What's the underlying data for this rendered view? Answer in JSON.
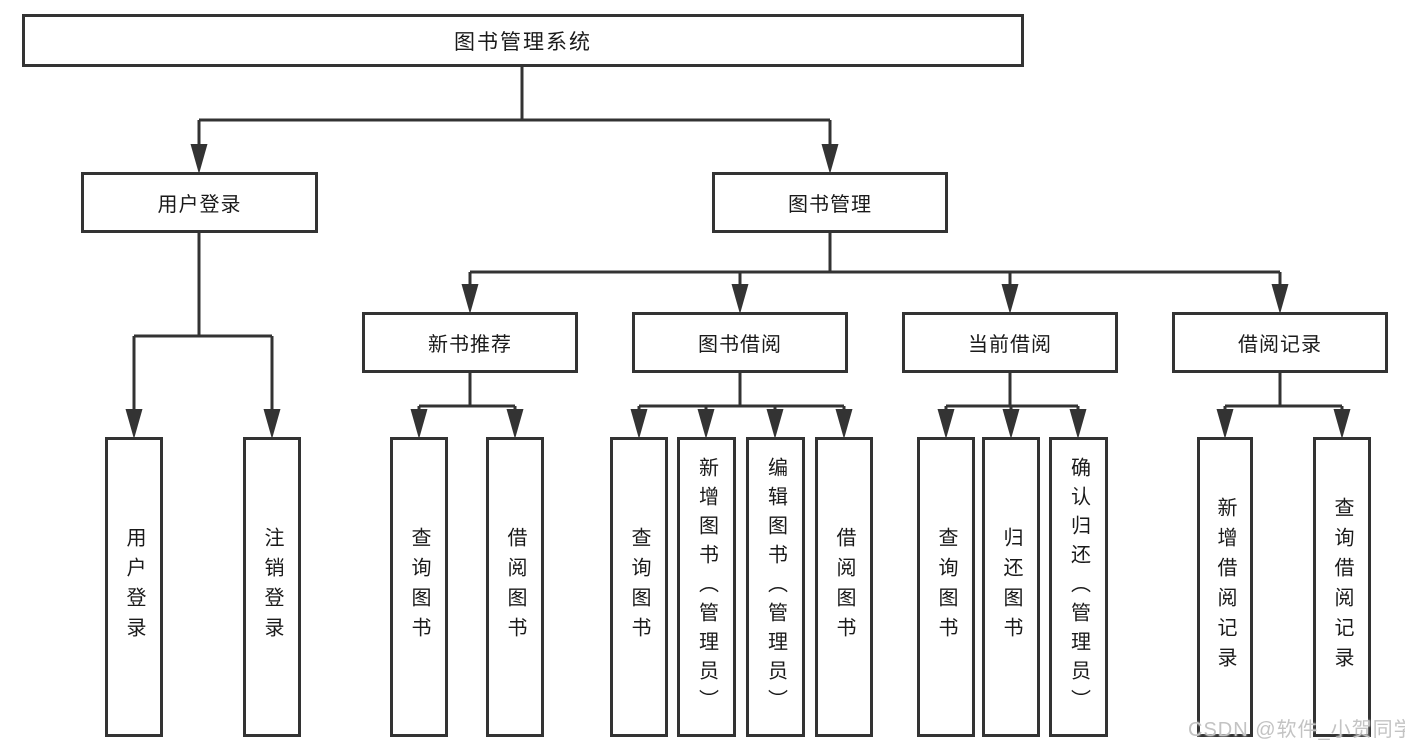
{
  "tree": {
    "root": {
      "label": "图书管理系统"
    },
    "children": [
      {
        "label": "用户登录",
        "children": [
          {
            "label": "用户登录"
          },
          {
            "label": "注销登录"
          }
        ]
      },
      {
        "label": "图书管理",
        "children": [
          {
            "label": "新书推荐",
            "children": [
              {
                "label": "查询图书"
              },
              {
                "label": "借阅图书"
              }
            ]
          },
          {
            "label": "图书借阅",
            "children": [
              {
                "label": "查询图书"
              },
              {
                "label": "新增图书（管理员）"
              },
              {
                "label": "编辑图书（管理员）"
              },
              {
                "label": "借阅图书"
              }
            ]
          },
          {
            "label": "当前借阅",
            "children": [
              {
                "label": "查询图书"
              },
              {
                "label": "归还图书"
              },
              {
                "label": "确认归还（管理员）"
              }
            ]
          },
          {
            "label": "借阅记录",
            "children": [
              {
                "label": "新增借阅记录"
              },
              {
                "label": "查询借阅记录"
              }
            ]
          }
        ]
      }
    ]
  },
  "watermark": {
    "text": "CSDN @软件_小贺同学"
  },
  "colors": {
    "line": "#333333",
    "text": "#1a1a1a",
    "watermark": "#c3c3c3",
    "background": "#ffffff"
  }
}
